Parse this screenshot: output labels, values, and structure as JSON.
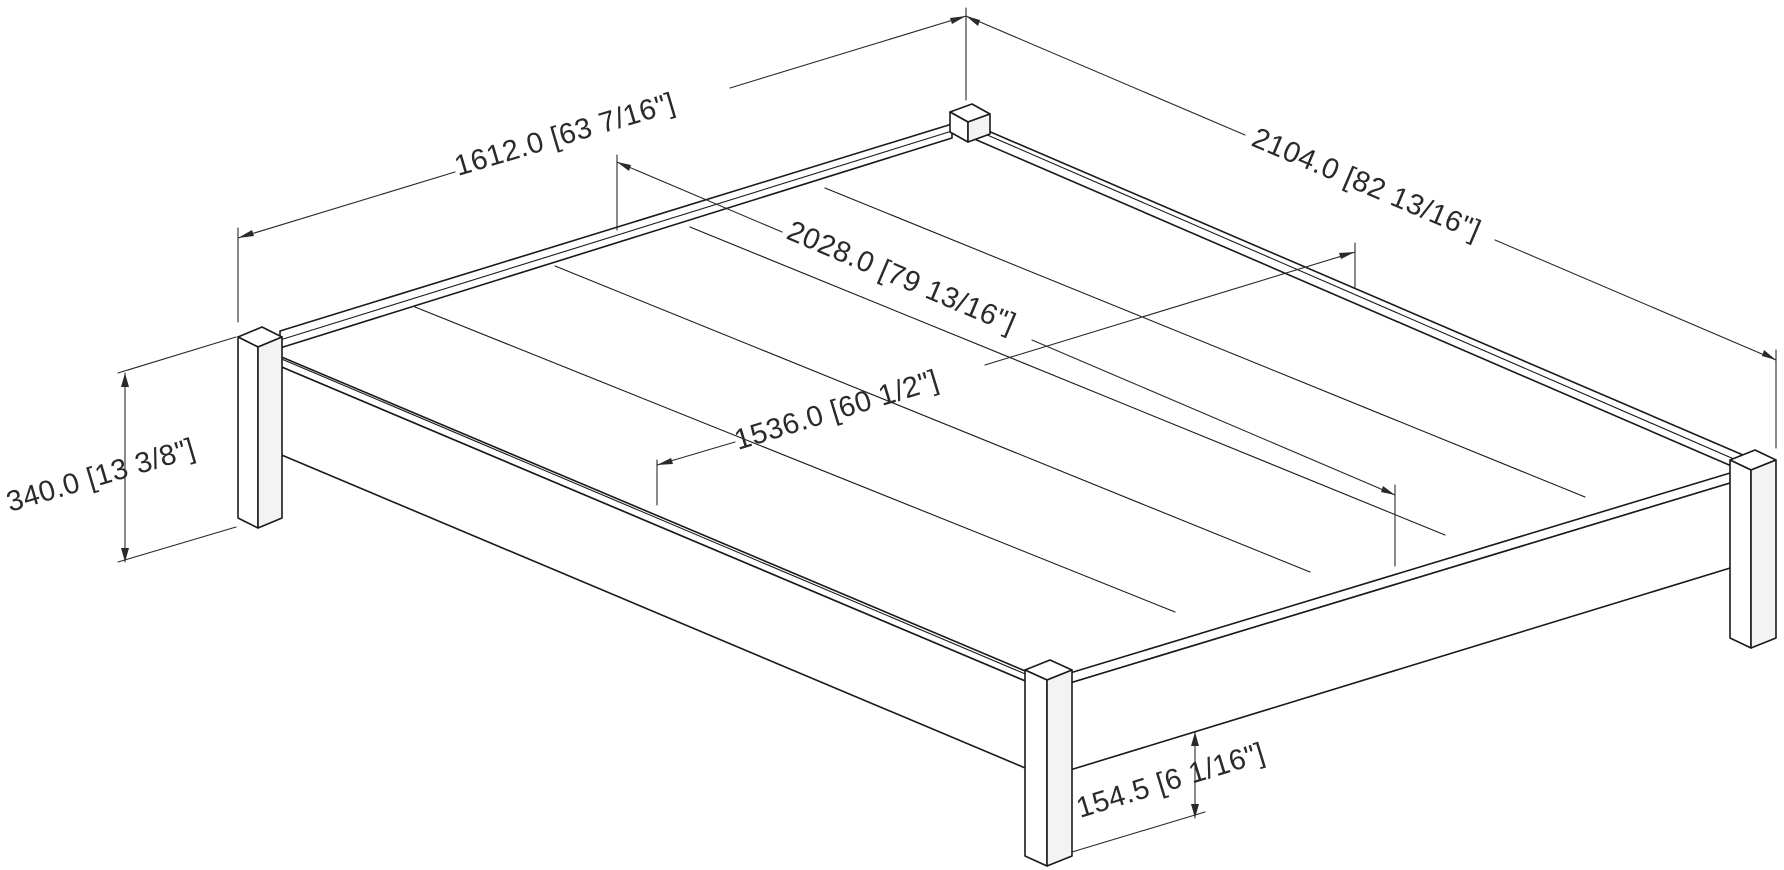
{
  "dimensions": {
    "overall_width": "1612.0 [63 7/16\"]",
    "overall_length": "2104.0 [82 13/16\"]",
    "inner_length": "2028.0 [79 13/16\"]",
    "inner_width": "1536.0 [60 1/2\"]",
    "overall_height": "340.0 [13 3/8\"]",
    "clearance_height": "154.5 [6 1/16\"]"
  },
  "colors": {
    "line": "#1a1a1a",
    "background": "#ffffff"
  }
}
